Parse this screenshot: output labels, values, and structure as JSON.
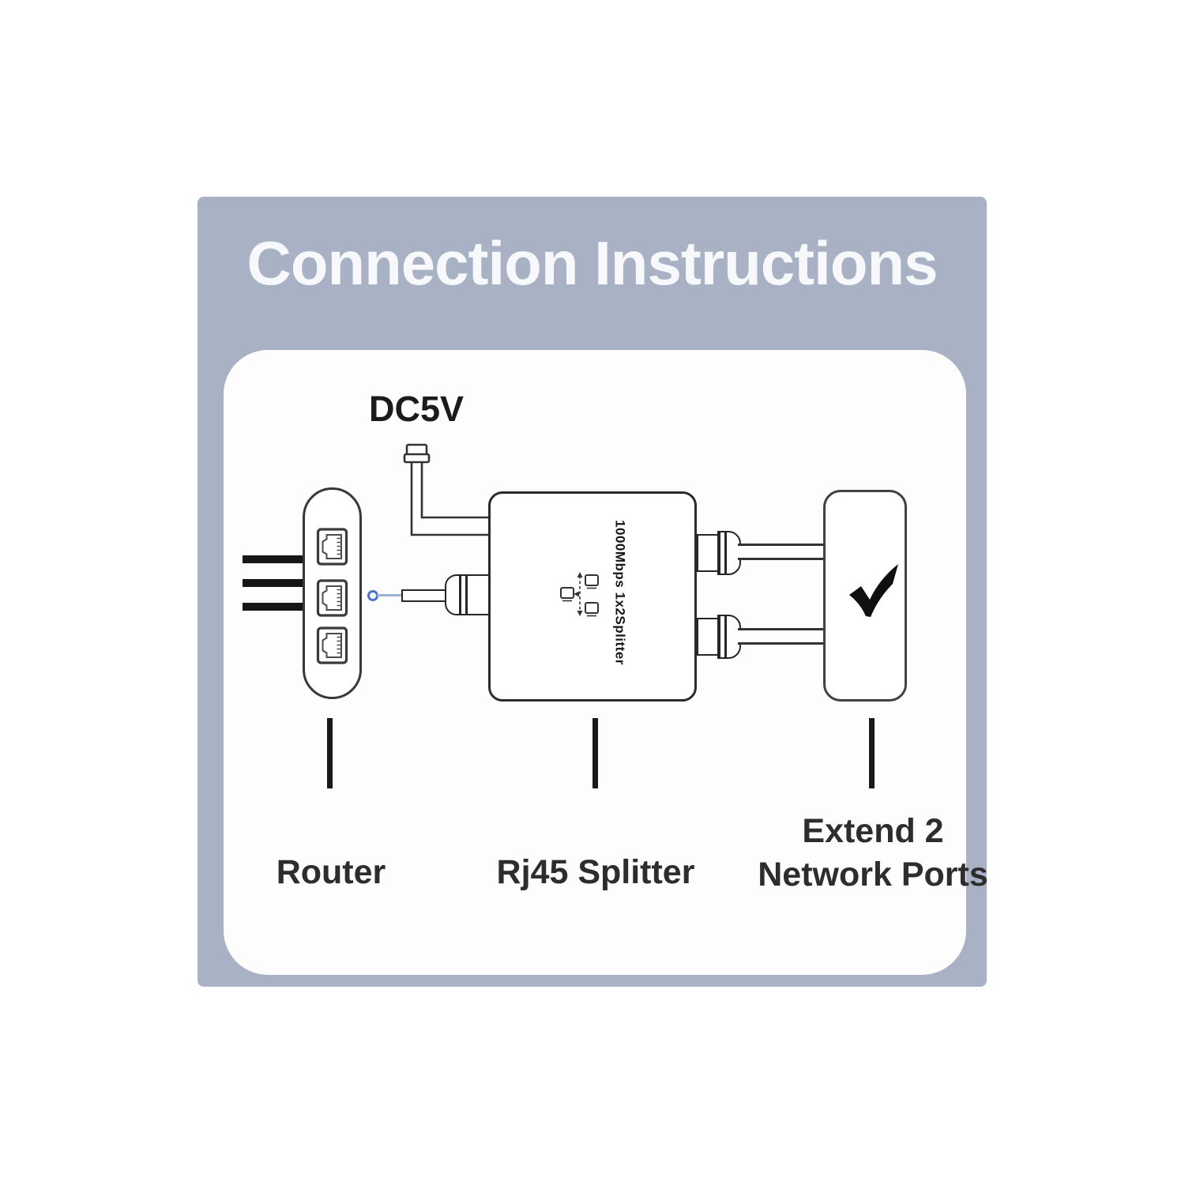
{
  "card": {
    "title": "Connection Instructions",
    "background": "#a9b2c4",
    "title_color": "#f6f8fb",
    "panel_background": "#fdfdfe"
  },
  "diagram": {
    "power_label": "DC5V",
    "splitter_print": "1000Mbps 1x2Splitter",
    "labels": {
      "router": "Router",
      "splitter": "Rj45 Splitter",
      "extend_line1": "Extend 2",
      "extend_line2": "Network Ports"
    },
    "icons": {
      "checkmark": "✔",
      "rj45_port": "rj45-jack-outline",
      "network_split": "one-to-two-computers",
      "dc_plug": "barrel-plug-outline",
      "connector_dot": "blue-circle"
    },
    "colors": {
      "outline_dark": "#2b2b2b",
      "line_black": "#161616",
      "blue_accent": "#4a72c8",
      "blue_line": "#9db1d8",
      "label_ink": "#2d2d2d"
    }
  }
}
